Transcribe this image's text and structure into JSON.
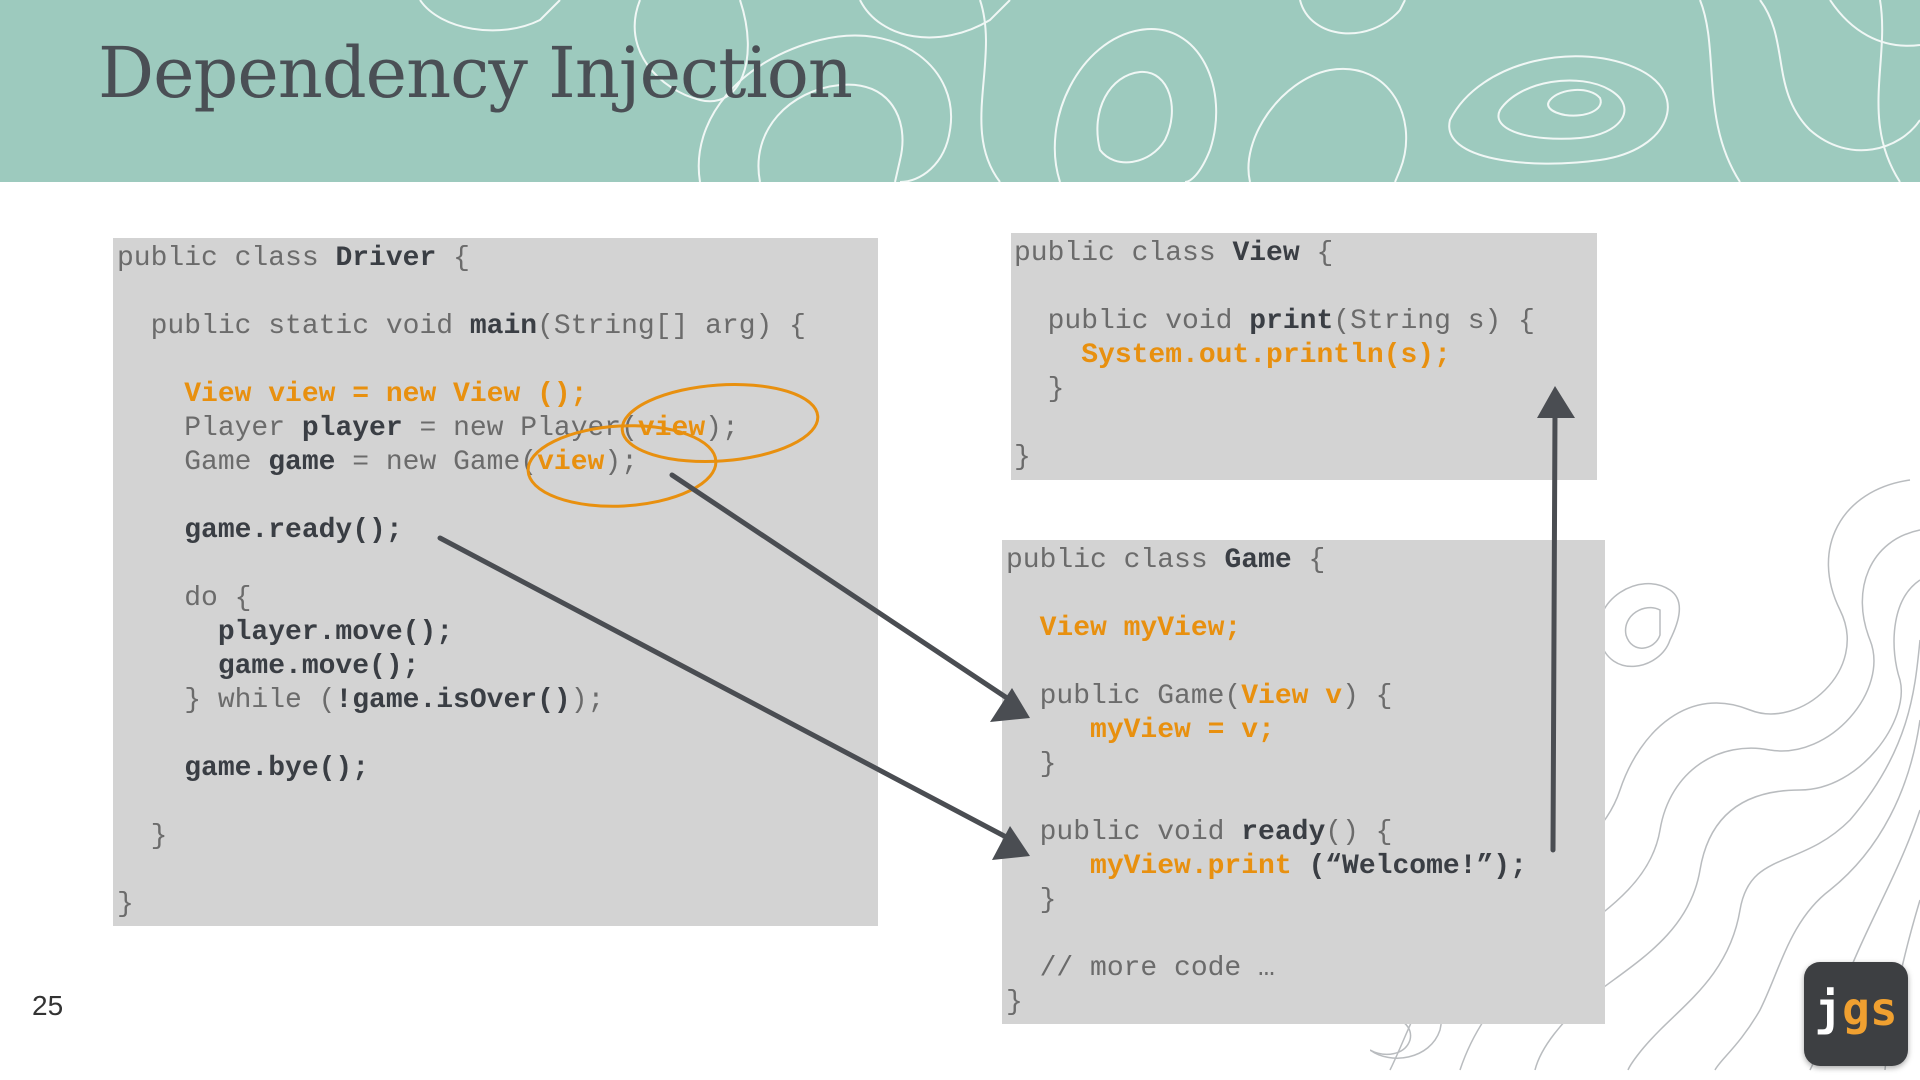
{
  "slide": {
    "title": "Dependency Injection",
    "page_number": "25"
  },
  "logo": {
    "text_j": "j",
    "text_gs": "gs"
  },
  "colors": {
    "header_bg": "#9dcabe",
    "code_bg": "#d3d3d3",
    "highlight": "#e8900f",
    "arrow": "#4a4d52"
  },
  "driver_code": {
    "l1_kw": "public class ",
    "l1_name": "Driver",
    "l1_end": " {",
    "l2_kw": "  public static void ",
    "l2_name": "main",
    "l2_end": "(String[] arg) {",
    "l3": "    View view = new View ();",
    "l4_a": "    Player ",
    "l4_b": "player",
    "l4_c": " = new Player(",
    "l4_d": "view",
    "l4_e": ");",
    "l5_a": "    Game ",
    "l5_b": "game",
    "l5_c": " = new Game(",
    "l5_d": "view",
    "l5_e": ");",
    "l6": "    game.ready();",
    "l7": "    do {",
    "l8": "      player.move();",
    "l9": "      game.move();",
    "l10_a": "    } while (",
    "l10_b": "!game.isOver()",
    "l10_c": ");",
    "l11": "    game.bye();",
    "l12": "  }",
    "l13": "}"
  },
  "view_code": {
    "l1_kw": "public class ",
    "l1_name": "View",
    "l1_end": " {",
    "l2_kw": "  public void ",
    "l2_name": "print",
    "l2_end": "(String s) {",
    "l3": "    System.out.println(s);",
    "l4": "  }",
    "l5": "}"
  },
  "game_code": {
    "l1_kw": "public class ",
    "l1_name": "Game",
    "l1_end": " {",
    "l2": "  View myView;",
    "l3_a": "  public Game(",
    "l3_b": "View v",
    "l3_c": ") {",
    "l4": "     myView = v;",
    "l5": "  }",
    "l6_a": "  public void ",
    "l6_b": "ready",
    "l6_c": "() {",
    "l7_a": "     myView.print ",
    "l7_b": "(“Welcome!”);",
    "l8": "  }",
    "l9": "  // more code …",
    "l10": "}"
  }
}
